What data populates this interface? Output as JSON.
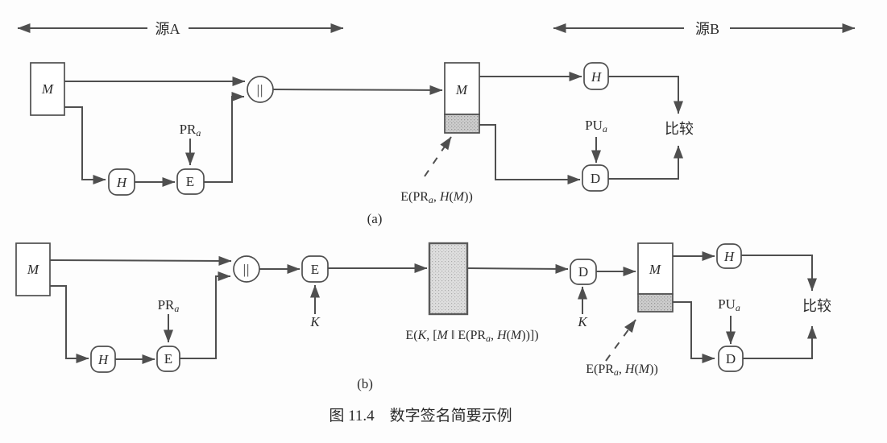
{
  "figure": {
    "caption": "图 11.4　数字签名简要示例",
    "panel_a": "(a)",
    "panel_b": "(b)",
    "source_a": "源A",
    "source_b": "源B",
    "compare": "比较"
  },
  "nodes": {
    "message": "M",
    "hash": "H",
    "encrypt": "E",
    "decrypt": "D",
    "concat": "||",
    "key": "K"
  },
  "keys": {
    "private": {
      "base": "PR",
      "sub": "a"
    },
    "public": {
      "base": "PU",
      "sub": "a"
    }
  },
  "formulas": {
    "signature": {
      "p1": "E(PR",
      "sub": "a",
      "p2": ", ",
      "h": "H",
      "p3": "(",
      "m": "M",
      "p4": "))"
    },
    "outer": {
      "p1": "E(",
      "k": "K",
      "p2": ", [",
      "m1": "M",
      "p3": " ‖ ",
      "p4": "E(PR",
      "sub": "a",
      "p5": ", ",
      "h": "H",
      "p6": "(",
      "m2": "M",
      "p7": "))])"
    }
  },
  "colors": {
    "line": "#4f4f4f",
    "text": "#2b2b2b",
    "shade_small": "#cdcdcd",
    "shade_large": "#dedede",
    "background": "#fdfdfd"
  }
}
